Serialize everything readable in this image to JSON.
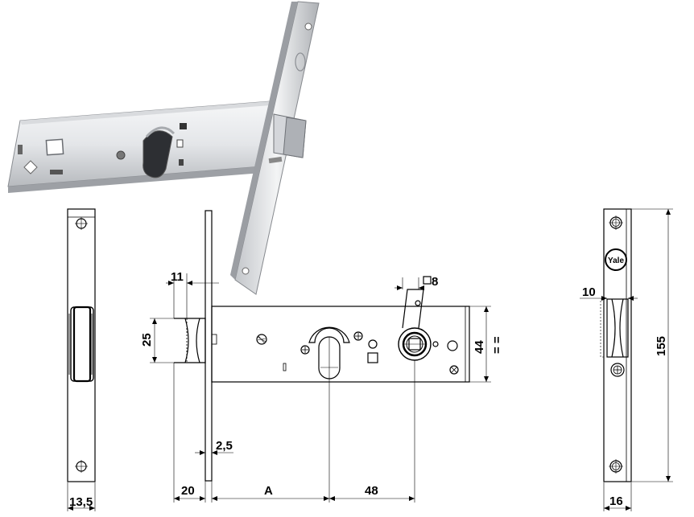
{
  "drawing": {
    "dims": {
      "d_11": "11",
      "d_25": "25",
      "d_8": "8",
      "d_44": "44",
      "d_eq": "= =",
      "d_2_5": "2,5",
      "d_20": "20",
      "d_A": "A",
      "d_48": "48",
      "d_13_5": "13,5",
      "d_10": "10",
      "d_155": "155",
      "d_16": "16"
    },
    "brand": "Yale",
    "colors": {
      "ink": "#000000",
      "steel_light": "#eef0f2",
      "steel_mid": "#c9ccd0",
      "steel_dark": "#7d8186"
    }
  }
}
